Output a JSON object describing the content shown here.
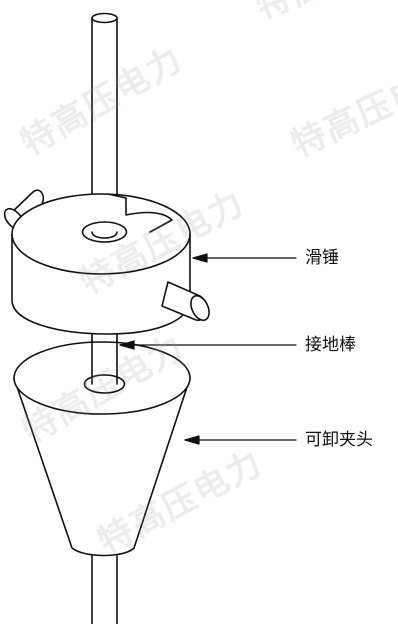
{
  "labels": {
    "slide_hammer": "滑锤",
    "ground_rod": "接地棒",
    "detachable_clamp": "可卸夹头"
  },
  "watermark": "特高压电力"
}
